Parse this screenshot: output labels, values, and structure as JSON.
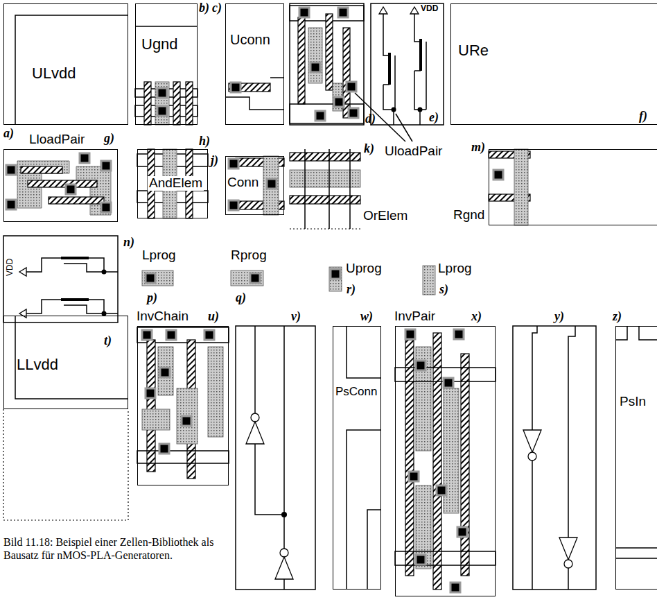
{
  "diagram": {
    "caption": "Bild 11.18: Beispiel einer Zellen-Bibliothek als Bausatz für nMOS-PLA-Generatoren.",
    "nodes": [
      {
        "text": [
          "ULvdd"
        ]
      },
      {
        "text": [
          "Ugnd"
        ]
      },
      {
        "text": [
          "Uconn"
        ]
      },
      {
        "text": [
          "URe"
        ]
      },
      {
        "text": [
          "LloadPair"
        ]
      },
      {
        "text": [
          "AndElem"
        ]
      },
      {
        "text": [
          "Conn"
        ]
      },
      {
        "text": [
          "OrElem"
        ]
      },
      {
        "text": [
          "Rgnd"
        ]
      },
      {
        "text": [
          "Lprog"
        ]
      },
      {
        "text": [
          "Rprog"
        ]
      },
      {
        "text": [
          "Uprog"
        ]
      },
      {
        "text": [
          "Lprog"
        ]
      },
      {
        "text": [
          "LLvdd"
        ]
      },
      {
        "text": [
          "InvChain"
        ]
      },
      {
        "text": [
          "PsConn"
        ]
      },
      {
        "text": [
          "InvPair"
        ]
      },
      {
        "text": [
          "PsIn"
        ]
      }
    ],
    "labels": [
      "a)",
      "b)",
      "c)",
      "d)",
      "e)",
      "VDD",
      "UloadPair",
      "f)",
      "g)",
      "h)",
      "j)",
      "k)",
      "m)",
      "n)",
      "VDD",
      "p)",
      "q)",
      "r)",
      "s)",
      "t)",
      "u)",
      "v)",
      "w)",
      "x)",
      "y)",
      "z)"
    ]
  }
}
